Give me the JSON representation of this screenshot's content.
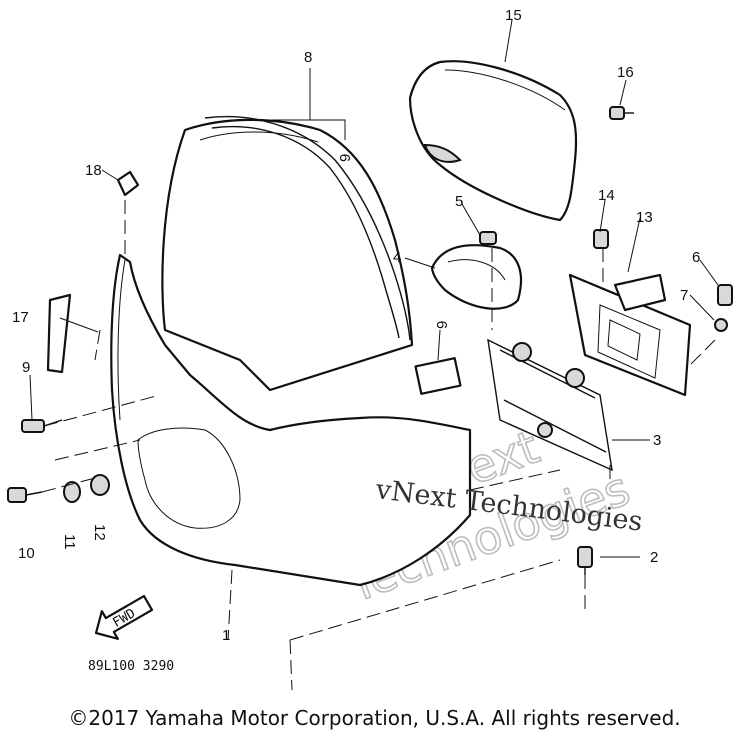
{
  "diagram": {
    "callouts": {
      "n1": "1",
      "n2": "2",
      "n3": "3",
      "n4": "4",
      "n5": "5",
      "n6": "6",
      "n7": "7",
      "n8": "8",
      "n9a": "9",
      "n9b": "9",
      "n9c": "9",
      "n10": "10",
      "n11": "11",
      "n12": "12",
      "n13": "13",
      "n14": "14",
      "n15": "15",
      "n16": "16",
      "n17": "17",
      "n18": "18"
    },
    "fwd_label": "FWD",
    "drawing_code": "89L100 3290",
    "watermark": {
      "line1": "vNext",
      "line2": "Technologies",
      "overlay": "vNext Technologies"
    },
    "copyright": "©2017 Yamaha Motor Corporation, U.S.A. All rights reserved."
  }
}
